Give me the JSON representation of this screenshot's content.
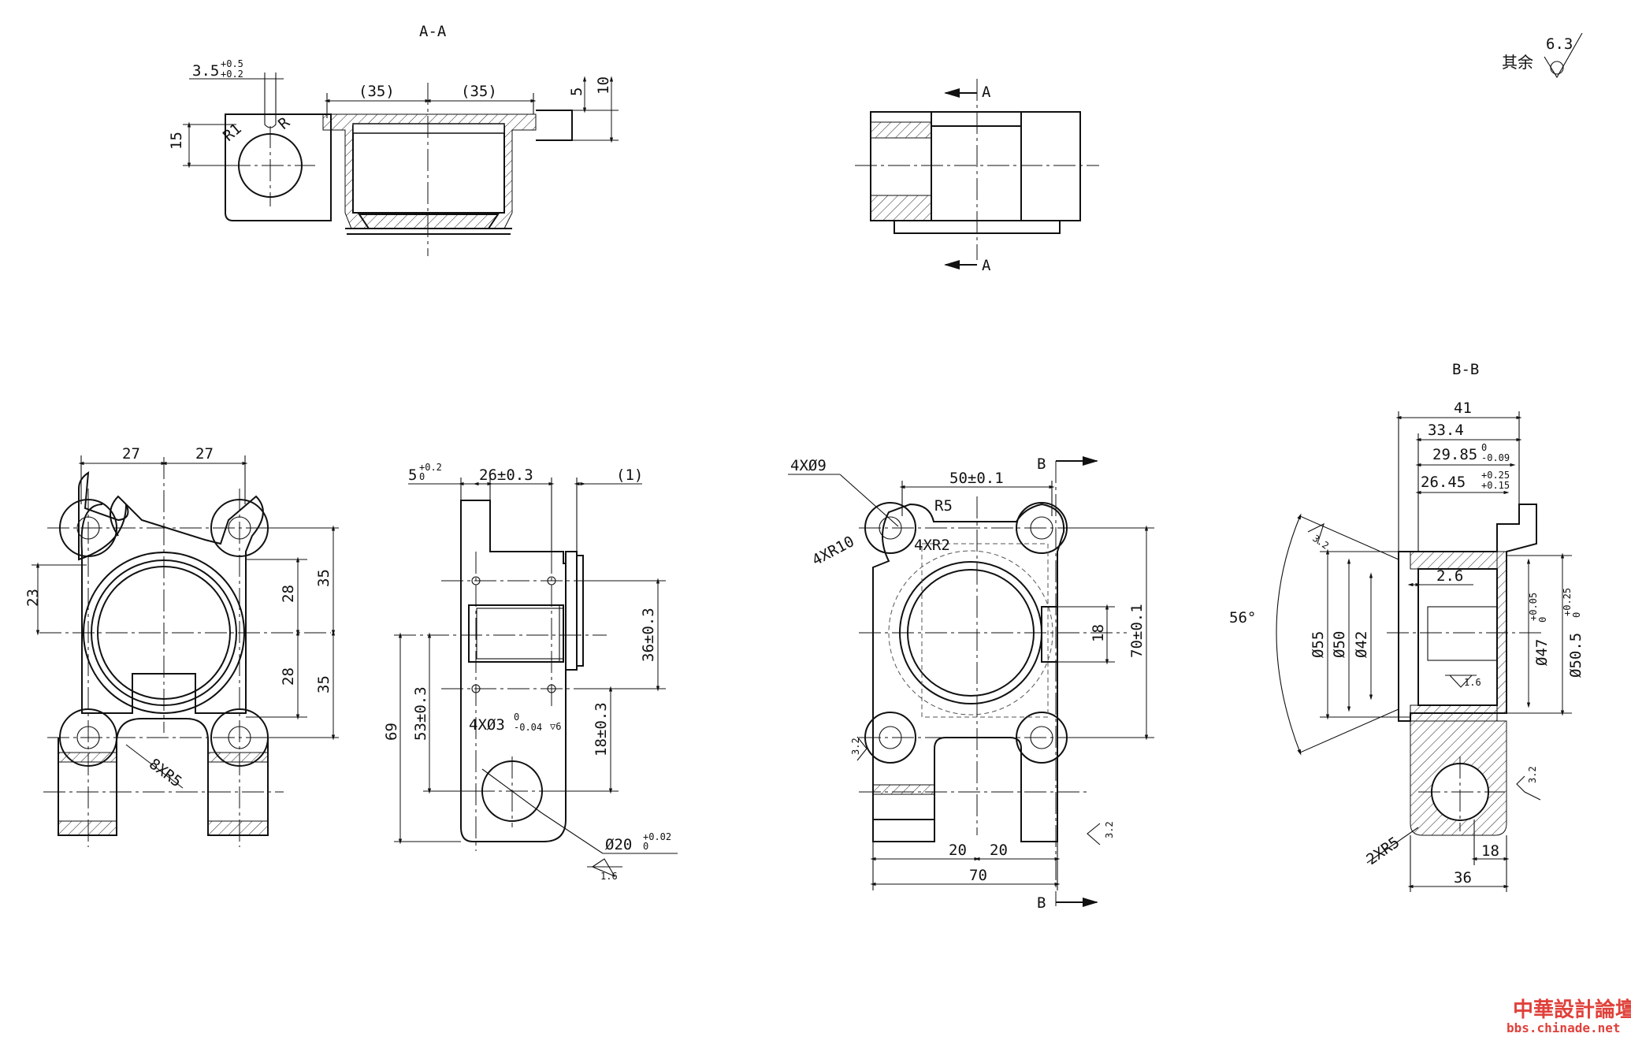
{
  "sections": {
    "aa": "A-A",
    "bb": "B-B"
  },
  "section_marks": {
    "a_top": "A",
    "a_bottom": "A",
    "b_top": "B",
    "b_bottom": "B"
  },
  "roughness_note": {
    "text": "其余",
    "value": "6.3"
  },
  "view_aa": {
    "d_slot": "3.5",
    "d_slot_tol_up": "+0.5",
    "d_slot_tol_lo": "+0.2",
    "d_35a": "(35)",
    "d_35b": "(35)",
    "d_5": "5",
    "d_10": "10",
    "d_15": "15",
    "r1": "R1",
    "r_b": "R"
  },
  "view_front": {
    "d27a": "27",
    "d27b": "27",
    "d23": "23",
    "d28a": "28",
    "d28b": "28",
    "d35a": "35",
    "d35b": "35",
    "fillet": "8XR5"
  },
  "view_side": {
    "d5": "5",
    "d5_tol_up": "+0.2",
    "d5_tol_lo": "0",
    "d26": "26±0.3",
    "d1": "(1)",
    "d36": "36±0.3",
    "d69": "69",
    "d53": "53±0.3",
    "d18": "18±0.3",
    "holes": "4XØ3",
    "holes_tol_up": "0",
    "holes_tol_lo": "-0.04",
    "holes_depth": "▽6",
    "bore": "Ø20",
    "bore_tol_up": "+0.02",
    "bore_tol_lo": "0",
    "rough": "1.6"
  },
  "view_main": {
    "holes": "4XØ9",
    "d50": "50±0.1",
    "r5": "R5",
    "r10": "4XR10",
    "r2": "4XR2",
    "d18": "18",
    "d70v": "70±0.1",
    "d20a": "20",
    "d20b": "20",
    "d70": "70",
    "rough_left": "3.2",
    "rough_right": "3.2"
  },
  "view_bb": {
    "d41": "41",
    "d33": "33.4",
    "d29": "29.85",
    "d29_tol_up": "0",
    "d29_tol_lo": "-0.09",
    "d26": "26.45",
    "d26_tol_up": "+0.25",
    "d26_tol_lo": "+0.15",
    "d2_6": "2.6",
    "angle": "56°",
    "dia55": "Ø55",
    "dia50": "Ø50",
    "dia42": "Ø42",
    "dia47": "Ø47",
    "dia47_tol_up": "+0.05",
    "dia47_tol_lo": "0",
    "dia505": "Ø50.5",
    "dia505_tol_up": "+0.25",
    "dia505_tol_lo": "0",
    "r5": "2XR5",
    "d18": "18",
    "d36": "36",
    "rough_a": "3.2",
    "rough_b": "1.6",
    "rough_c": "3.2"
  },
  "watermark": {
    "title": "中華設計論壇",
    "url": "bbs.chinade.net"
  }
}
